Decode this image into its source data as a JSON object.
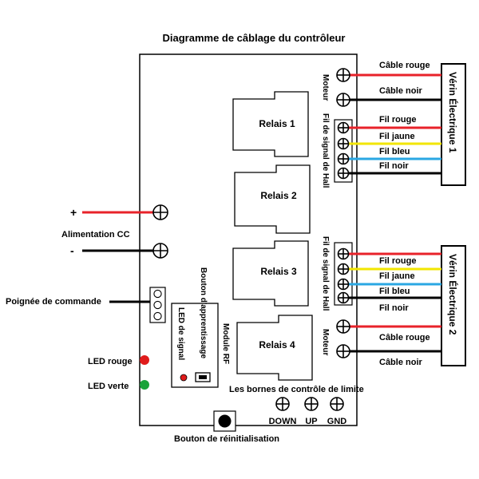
{
  "title": "Diagramme de câblage du contrôleur",
  "controller": {
    "relays": [
      "Relais 1",
      "Relais 2",
      "Relais 3",
      "Relais 4"
    ],
    "rf_module": "Module RF",
    "learn_button": "Bouton d'apprentissage",
    "signal_led": "LED de signal",
    "limit_terminals_label": "Les bornes de contrôle de limite",
    "limit_terminals": [
      "DOWN",
      "UP",
      "GND"
    ],
    "reset_button": "Bouton de réinitialisation"
  },
  "power": {
    "label": "Alimentation CC",
    "plus": "+",
    "minus": "-"
  },
  "handle": {
    "label": "Poignée de commande"
  },
  "leds": {
    "red": "LED rouge",
    "green": "LED verte"
  },
  "actuator1": {
    "title": "Vérin Électrique 1",
    "motor_label": "Moteur",
    "hall_label": "Fil de signal de Hall",
    "motor_cables": [
      "Câble rouge",
      "Câble noir"
    ],
    "hall_wires": [
      "Fil rouge",
      "Fil jaune",
      "Fil bleu",
      "Fil noir"
    ]
  },
  "actuator2": {
    "title": "Vérin Électrique 2",
    "motor_label": "Moteur",
    "hall_label": "Fil de signal de Hall",
    "motor_cables": [
      "Câble rouge",
      "Câble noir"
    ],
    "hall_wires": [
      "Fil rouge",
      "Fil jaune",
      "Fil bleu",
      "Fil noir"
    ]
  },
  "colors": {
    "red": "#e8222a",
    "black": "#000000",
    "yellow": "#f2e600",
    "blue": "#2aa7e3",
    "led_red": "#e01b1b",
    "led_green": "#1aa33a"
  }
}
